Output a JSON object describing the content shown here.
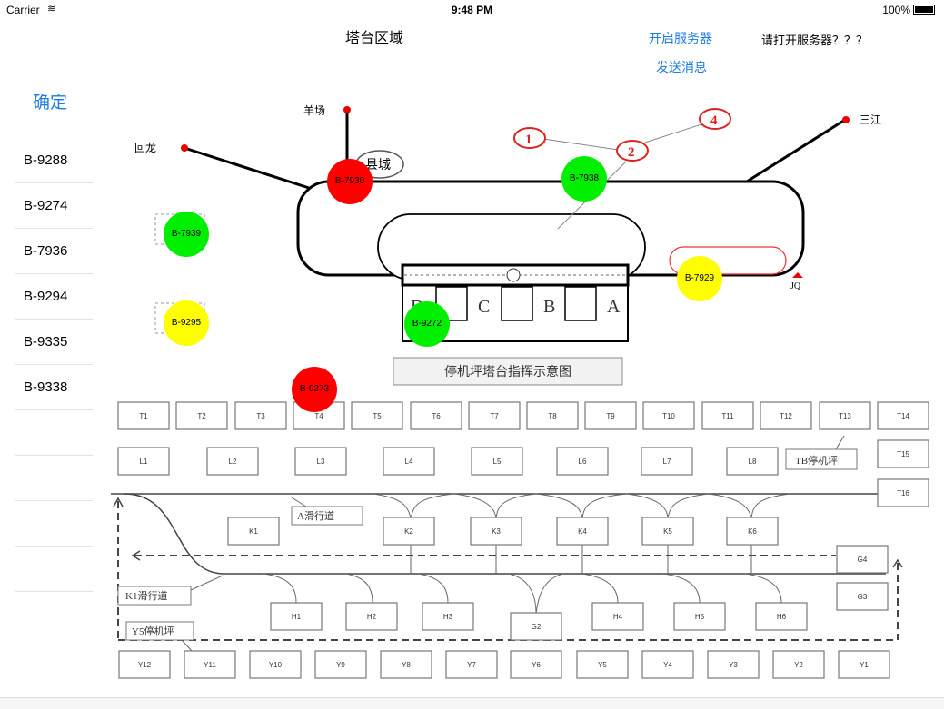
{
  "status": {
    "carrier": "Carrier",
    "time": "9:48 PM",
    "battery": "100%"
  },
  "title": "塔台区域",
  "actions": {
    "start_server": "开启服务器",
    "send_message": "发送消息"
  },
  "hint": "请打开服务器？？？",
  "confirm": "确定",
  "aircraft_list": [
    "B-9288",
    "B-9274",
    "B-7936",
    "B-9294",
    "B-9335",
    "B-9338"
  ],
  "map": {
    "places": {
      "yangchang": "羊场",
      "huilong": "回龙",
      "sanjiang": "三江",
      "xiancheng": "县城",
      "jq": "JQ"
    },
    "markers": [
      "1",
      "2",
      "4"
    ],
    "gates": [
      "D",
      "C",
      "B",
      "A"
    ],
    "diagram_title": "停机坪塔台指挥示意图",
    "t_stands": [
      "T1",
      "T2",
      "T3",
      "T4",
      "T5",
      "T6",
      "T7",
      "T8",
      "T9",
      "T10",
      "T11",
      "T12",
      "T13",
      "T14"
    ],
    "l_stands": [
      "L1",
      "L2",
      "L3",
      "L4",
      "L5",
      "L6",
      "L7",
      "L8"
    ],
    "t_right": [
      "T15",
      "T16"
    ],
    "tb_label": "TB停机坪",
    "a_taxiway": "A滑行道",
    "k_stands": [
      "K1",
      "K2",
      "K3",
      "K4",
      "K5",
      "K6"
    ],
    "g_stands": [
      "G4",
      "G3",
      "G2"
    ],
    "k1_taxiway": "K1滑行道",
    "h_stands": [
      "H1",
      "H2",
      "H3",
      "H4",
      "H5",
      "H6"
    ],
    "y5_label": "Y5停机坪",
    "y_stands": [
      "Y12",
      "Y11",
      "Y10",
      "Y9",
      "Y8",
      "Y7",
      "Y6",
      "Y5",
      "Y4",
      "Y3",
      "Y2",
      "Y1"
    ]
  },
  "planes": [
    {
      "id": "B-7930",
      "color": "#ff0000"
    },
    {
      "id": "B-7938",
      "color": "#00ee00"
    },
    {
      "id": "B-7939",
      "color": "#00ee00"
    },
    {
      "id": "B-7929",
      "color": "#ffff00"
    },
    {
      "id": "B-9295",
      "color": "#ffff00"
    },
    {
      "id": "B-9272",
      "color": "#00ee00"
    },
    {
      "id": "B-9273",
      "color": "#ff0000"
    }
  ]
}
